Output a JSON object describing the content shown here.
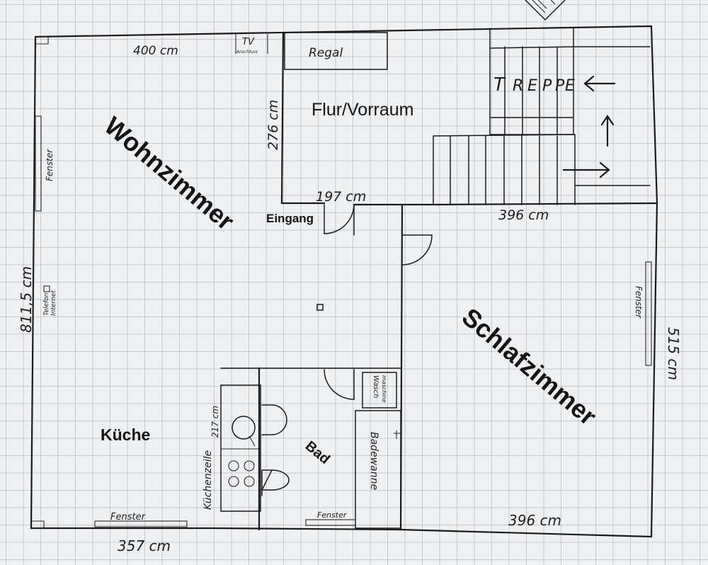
{
  "rooms": {
    "wohnzimmer": "Wohnzimmer",
    "flur": "Flur/Vorraum",
    "schlafzimmer": "Schlafzimmer",
    "kueche": "Küche",
    "bad": "Bad",
    "eingang": "Eingang"
  },
  "fixtures": {
    "regal": "Regal",
    "treppe": [
      "T",
      "R",
      "E",
      "P",
      "P",
      "E"
    ],
    "tv_line1": "TV",
    "tv_line2": "Anschluss",
    "telefon_line1": "Telefon",
    "telefon_line2": "Internet",
    "waschmaschine_line1": "Wasch",
    "waschmaschine_line2": "maschine",
    "badewanne": "Badewanne",
    "kuechenzeile": "Küchenzeile",
    "fenster": "Fenster"
  },
  "dimensions": {
    "wohn_top": "400 cm",
    "flur_height": "276 cm",
    "flur_width": "197 cm",
    "stair_width": "396 cm",
    "left_height": "811,5 cm",
    "right_height": "515 cm",
    "kuechenzeile_len": "217 cm",
    "bottom_left": "357 cm",
    "bottom_right": "396 cm"
  }
}
